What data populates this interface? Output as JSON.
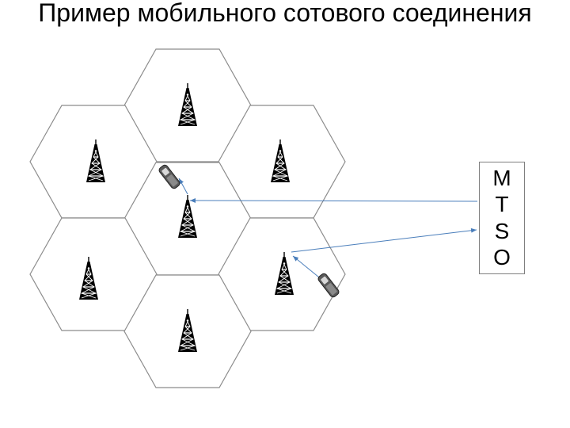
{
  "title": "Пример мобильного сотового соединения",
  "mtso": {
    "letters": [
      "M",
      "T",
      "S",
      "O"
    ]
  },
  "colors": {
    "cell_border": "#8c8c8c",
    "arrow": "#4a7ebb",
    "tower": "#000000",
    "phone": "#3a3a3a"
  },
  "icons": {
    "tower": "cell-tower-icon",
    "phone": "mobile-phone-icon"
  },
  "cells": [
    {
      "id": "top",
      "has_tower": true
    },
    {
      "id": "upper-left",
      "has_tower": true
    },
    {
      "id": "upper-right",
      "has_tower": true
    },
    {
      "id": "center",
      "has_tower": true
    },
    {
      "id": "lower-left",
      "has_tower": true
    },
    {
      "id": "lower-right",
      "has_tower": true
    },
    {
      "id": "bottom",
      "has_tower": true
    }
  ]
}
